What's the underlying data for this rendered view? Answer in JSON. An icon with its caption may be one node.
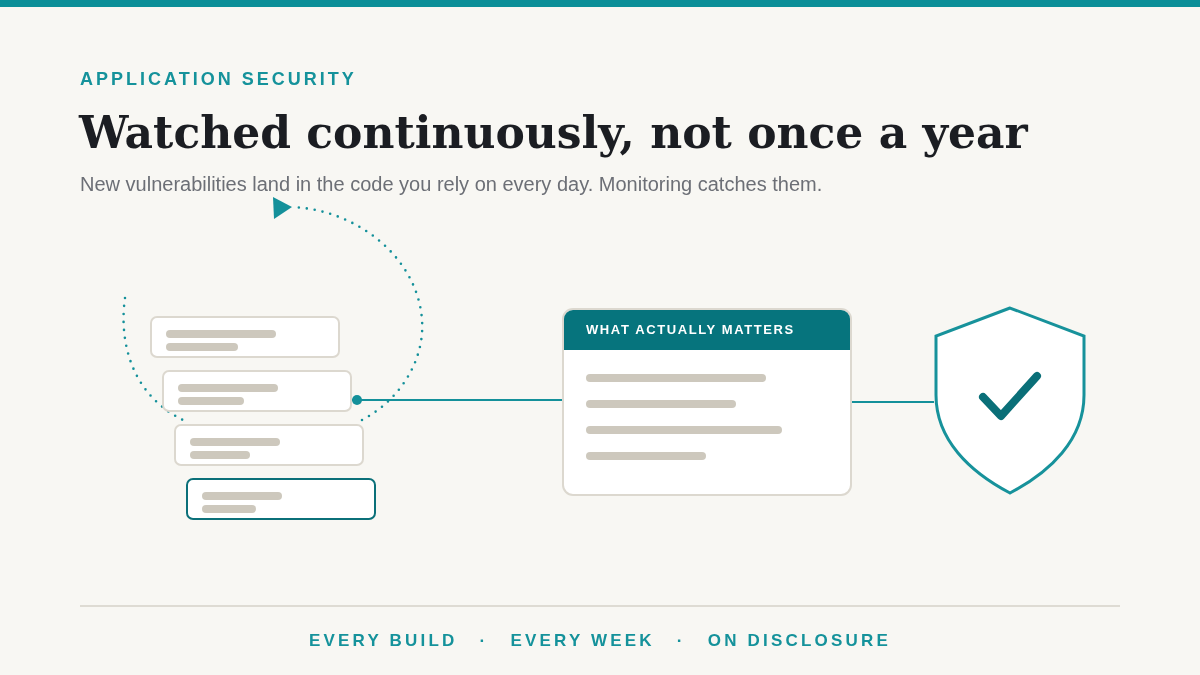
{
  "diagram": {
    "title": "Watched continuously, not once a year",
    "nodes": [
      {
        "text": [],
        "shape": "box"
      },
      {
        "text": [],
        "shape": "box"
      },
      {
        "text": [],
        "shape": "box"
      },
      {
        "text": [],
        "shape": "box"
      },
      {
        "text": [
          "WHAT ACTUALLY MATTERS"
        ]
      },
      {
        "text": [],
        "shape": "shield"
      }
    ],
    "edges": [
      {
        "from": 1,
        "to": 4,
        "arrow": "other"
      },
      {
        "from": 4,
        "to": 5,
        "arrow": "none"
      }
    ],
    "labels": [
      "APPLICATION SECURITY",
      "New vulnerabilities land in the code you rely on every day. Monitoring catches them.",
      "EVERY BUILD",
      "·",
      "EVERY WEEK",
      "·",
      "ON DISCLOSURE"
    ]
  }
}
